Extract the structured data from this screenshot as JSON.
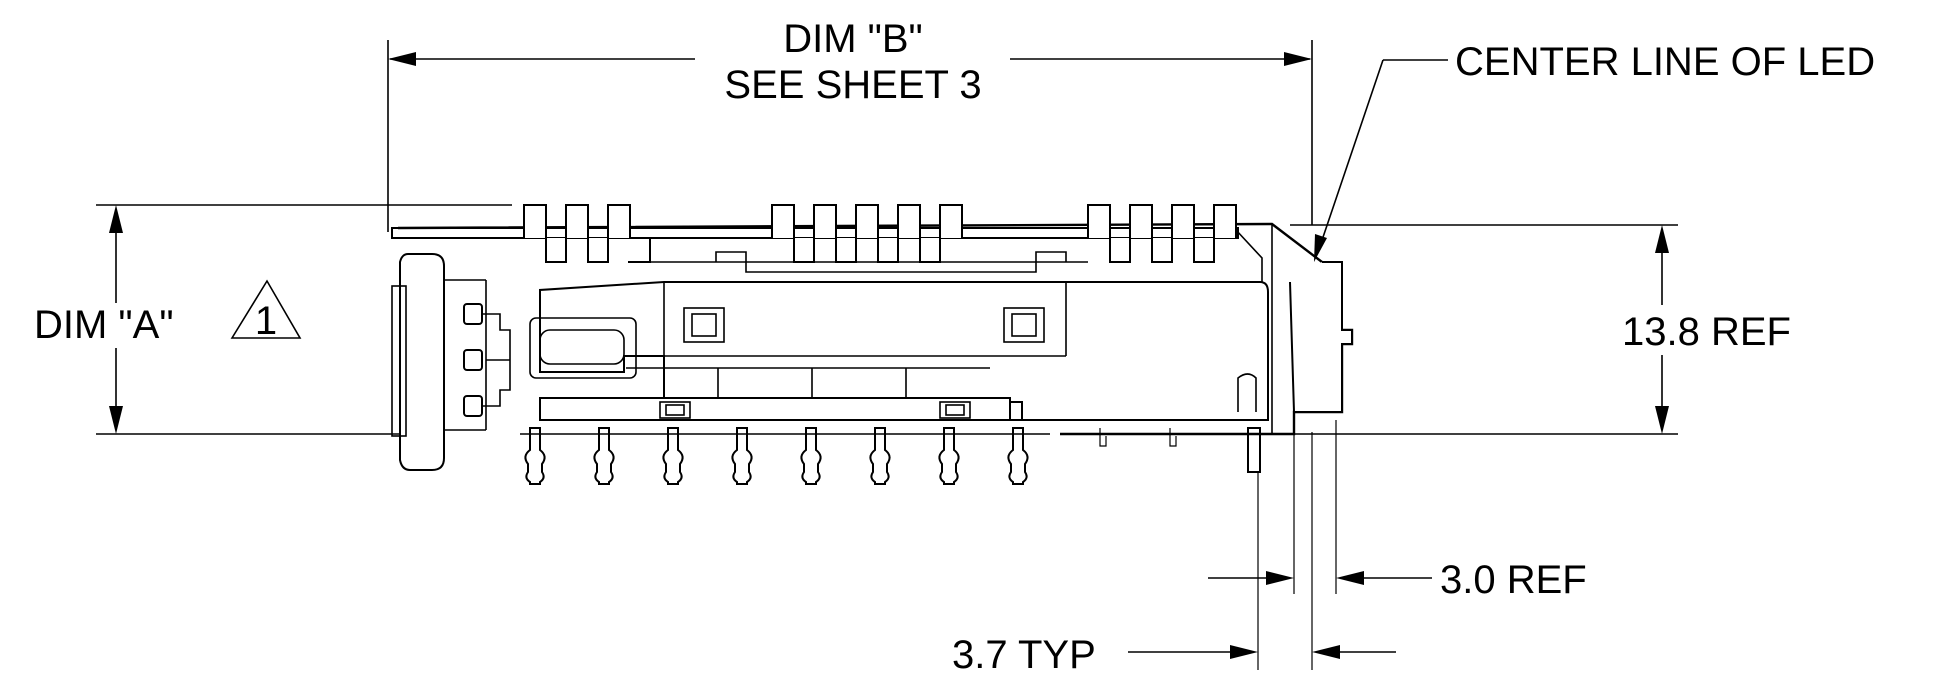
{
  "labels": {
    "dim_b_line1": "DIM \"B\"",
    "dim_b_line2": "SEE SHEET 3",
    "center_line": "CENTER LINE OF LED",
    "dim_a": "DIM \"A\"",
    "rev_triangle": "1",
    "ref_13_8": "13.8 REF",
    "ref_3_0": "3.0 REF",
    "typ_3_7": "3.7 TYP"
  },
  "colors": {
    "ink": "#000000",
    "paper": "#ffffff"
  }
}
